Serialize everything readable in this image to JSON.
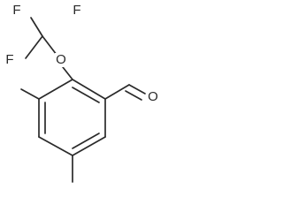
{
  "molecule": {
    "atoms": {
      "f_top_left": "F",
      "f_top_right": "F",
      "f_ring": "F",
      "o_ether": "O",
      "o_aldehyde": "O"
    }
  },
  "colors": {
    "bond": "#2a2a2a",
    "background": "#ffffff"
  }
}
